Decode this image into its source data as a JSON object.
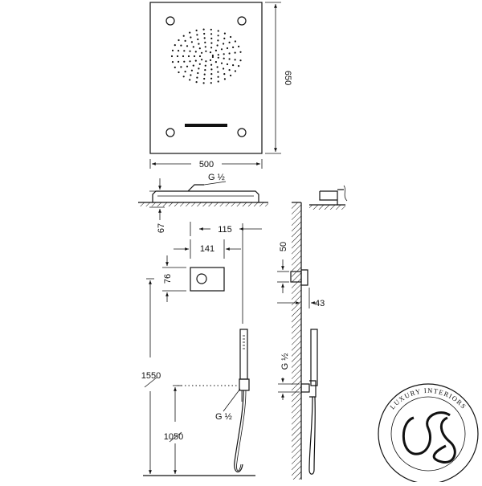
{
  "dimensions": {
    "panel_height": "650",
    "panel_width": "500",
    "panel_depth": "67",
    "inlet_thread": "G ½",
    "mixer_width": "141",
    "mixer_offset": "115",
    "mixer_height": "76",
    "mixer_side_height": "50",
    "mixer_projection": "43",
    "outlet_thread_side": "G ½",
    "outlet_thread_front": "G ½",
    "ceiling_height": "1550",
    "outlet_height": "1050"
  },
  "logo": {
    "ring_text": "LUXURY INTERIORS"
  }
}
